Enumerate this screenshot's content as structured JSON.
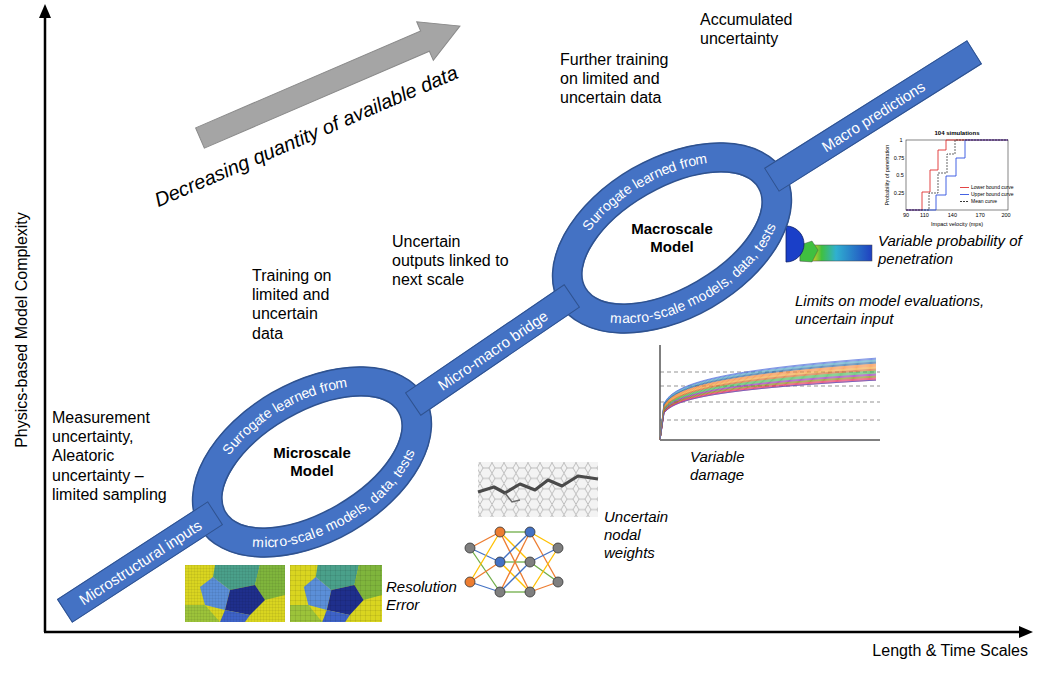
{
  "diagram": {
    "nodes": [
      {
        "text": [
          "Microstructural inputs"
        ]
      },
      {
        "text": [
          "Surrogate learned from",
          "micro-scale models, data, tests",
          "Microscale Model"
        ]
      },
      {
        "text": [
          "Micro-macro bridge"
        ]
      },
      {
        "text": [
          "Surrogate learned from",
          "macro-scale models, data, tests",
          "Macroscale Model"
        ]
      },
      {
        "text": [
          "Macro predictions"
        ]
      }
    ],
    "labels": [
      "Physics-based Model Complexity",
      "Length & Time Scales",
      "Decreasing quantity of available data",
      "Measurement uncertainty, Aleatoric uncertainty – limited sampling",
      "Training on limited and uncertain data",
      "Uncertain outputs linked to next scale",
      "Further training on limited and uncertain data",
      "Accumulated uncertainty",
      "Resolution Error",
      "Uncertain nodal weights",
      "Variable damage",
      "Limits on model evaluations, uncertain input",
      "Variable probability of penetration",
      "104 simulations",
      "Probability of penetration",
      "Impact velocity (mps)",
      "1",
      "0.75",
      "0.5",
      "0.25",
      "90",
      "110",
      "140",
      "170",
      "200"
    ],
    "legend": [
      {
        "text": "Lower bound curve"
      },
      {
        "text": "Upper bound curve"
      },
      {
        "text": "Mean curve"
      }
    ]
  }
}
